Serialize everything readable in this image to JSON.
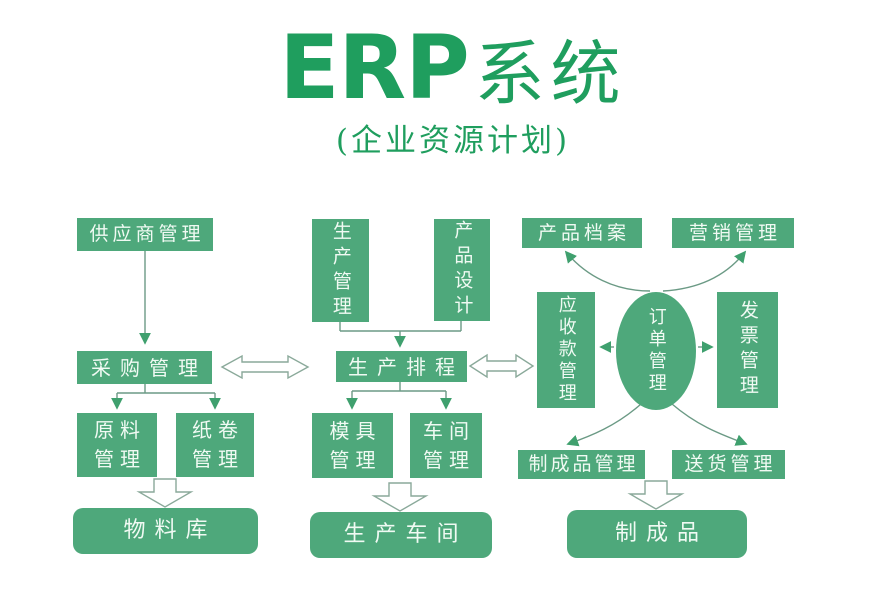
{
  "title": {
    "en": "ERP",
    "zh": "系统"
  },
  "subtitle": "(企业资源计划)",
  "colors": {
    "box_green": "#4ea87b",
    "title_green": "#1f9e5e",
    "line_green": "#6b9a85",
    "arrow_green": "#3fa06e",
    "node_text": "#f0faf3",
    "hollow_stroke": "#8aa99a",
    "bg": "#ffffff"
  },
  "nodes": {
    "supplier": {
      "label": "供应商管理"
    },
    "purchasing": {
      "label": "采购管理"
    },
    "raw_material": {
      "lines": [
        "原料",
        "管理"
      ]
    },
    "paper_roll": {
      "lines": [
        "纸卷",
        "管理"
      ]
    },
    "material_warehouse": {
      "label": "物料库"
    },
    "production_mgmt": {
      "label": "生产管理"
    },
    "product_design": {
      "label": "产品设计"
    },
    "scheduling": {
      "label": "生产排程"
    },
    "mold": {
      "lines": [
        "模具",
        "管理"
      ]
    },
    "workshop": {
      "lines": [
        "车间",
        "管理"
      ]
    },
    "production_workshop": {
      "label": "生产车间"
    },
    "product_archive": {
      "label": "产品档案"
    },
    "marketing": {
      "label": "营销管理"
    },
    "receivables": {
      "label": "应收款管理"
    },
    "order_mgmt": {
      "label": "订单管理"
    },
    "invoice": {
      "label": "发票管理"
    },
    "finished_goods_mgmt": {
      "label": "制成品管理"
    },
    "delivery": {
      "label": "送货管理"
    },
    "finished_goods": {
      "label": "制成品"
    }
  }
}
